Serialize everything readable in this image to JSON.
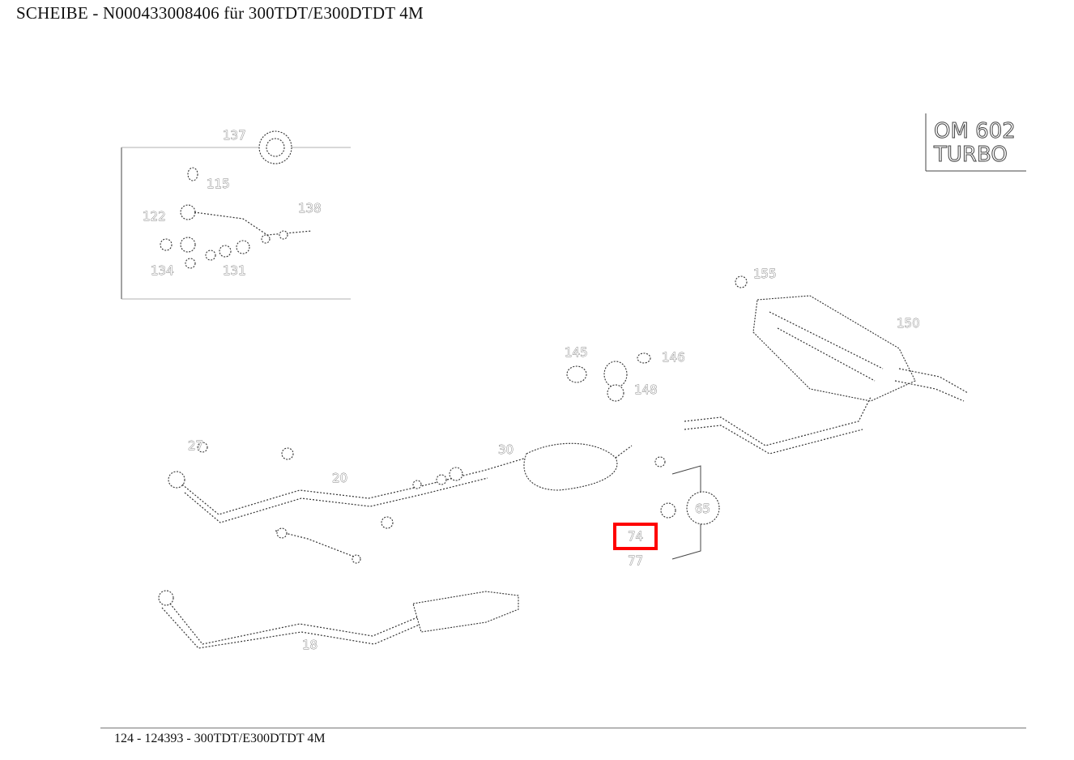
{
  "header": {
    "title": "SCHEIBE  - N000433008406 für 300TDT/E300DTDT 4M"
  },
  "engine_box": {
    "line1": "OM 602",
    "line2": "TURBO"
  },
  "callouts": {
    "c137": "137",
    "c115": "115",
    "c122": "122",
    "c138": "138",
    "c134": "134",
    "c131": "131",
    "c155": "155",
    "c150": "150",
    "c145": "145",
    "c146": "146",
    "c148": "148",
    "c27": "27",
    "c20": "20",
    "c30": "30",
    "c18": "18",
    "c65": "65",
    "c74": "74",
    "c77": "77"
  },
  "highlight_label": "74",
  "footer": {
    "text": "124 - 124393 - 300TDT/E300DTDT 4M"
  }
}
